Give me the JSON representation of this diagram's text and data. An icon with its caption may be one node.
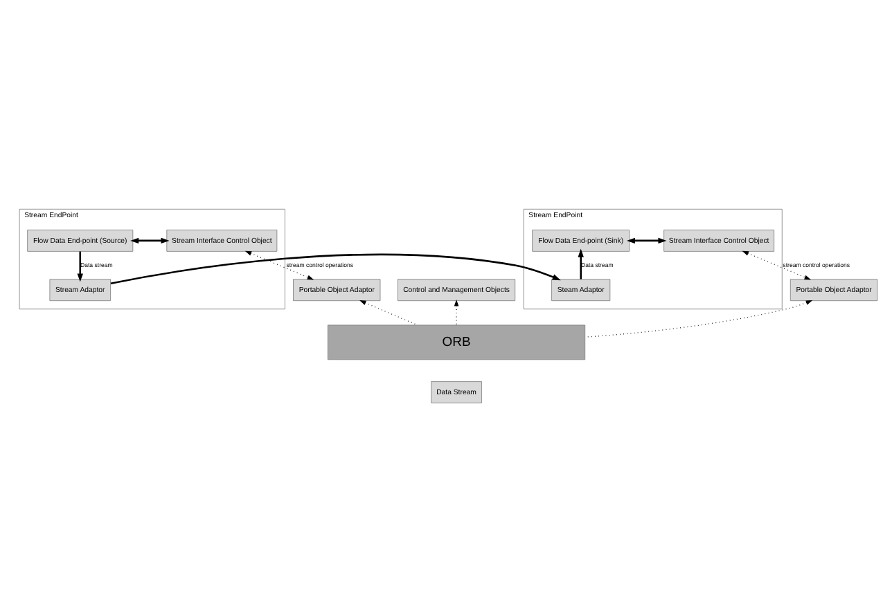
{
  "diagram": {
    "nodes": [
      {
        "text": [
          "Stream EndPoint"
        ]
      },
      {
        "text": [
          "Flow Data End-point (Source)"
        ],
        "in": 0
      },
      {
        "text": [
          "Stream Adaptor"
        ],
        "in": 0
      },
      {
        "text": [
          "Stream Interface Control Object"
        ],
        "in": 0
      },
      {
        "text": [
          "Control and Management Objects"
        ]
      },
      {
        "text": [
          "Stream EndPoint"
        ]
      },
      {
        "text": [
          "Stream Interface Control Object"
        ],
        "in": 5
      },
      {
        "text": [
          "Flow Data End-point (Sink)"
        ],
        "in": 5
      },
      {
        "text": [
          "Steam Adaptor"
        ],
        "in": 5
      },
      {
        "text": [
          "Portable Object Adaptor"
        ]
      },
      {
        "text": [
          "Portable Object Adaptor"
        ]
      },
      {
        "text": [
          "ORB"
        ]
      },
      {
        "text": [
          "Data Stream"
        ]
      }
    ],
    "edges": [
      {
        "from": 3,
        "to": 1,
        "arrow": "both"
      },
      {
        "from": 1,
        "to": 2,
        "arrow": "to",
        "label": "Data stream"
      },
      {
        "from": 6,
        "to": 7,
        "arrow": "both"
      },
      {
        "from": 8,
        "to": 7,
        "arrow": "to",
        "label": "Data stream"
      },
      {
        "from": 3,
        "to": 9,
        "arrow": "both",
        "label": "stream control operations",
        "style": "dashed"
      },
      {
        "from": 6,
        "to": 10,
        "arrow": "both",
        "label": "stream control operations",
        "style": "dashed"
      },
      {
        "from": 11,
        "to": 9,
        "arrow": "to",
        "style": "dashed"
      },
      {
        "from": 11,
        "to": 4,
        "arrow": "to",
        "style": "dashed"
      },
      {
        "from": 11,
        "to": 10,
        "arrow": "to",
        "style": "dashed"
      },
      {
        "from": 2,
        "to": 8,
        "arrow": "to"
      }
    ]
  }
}
